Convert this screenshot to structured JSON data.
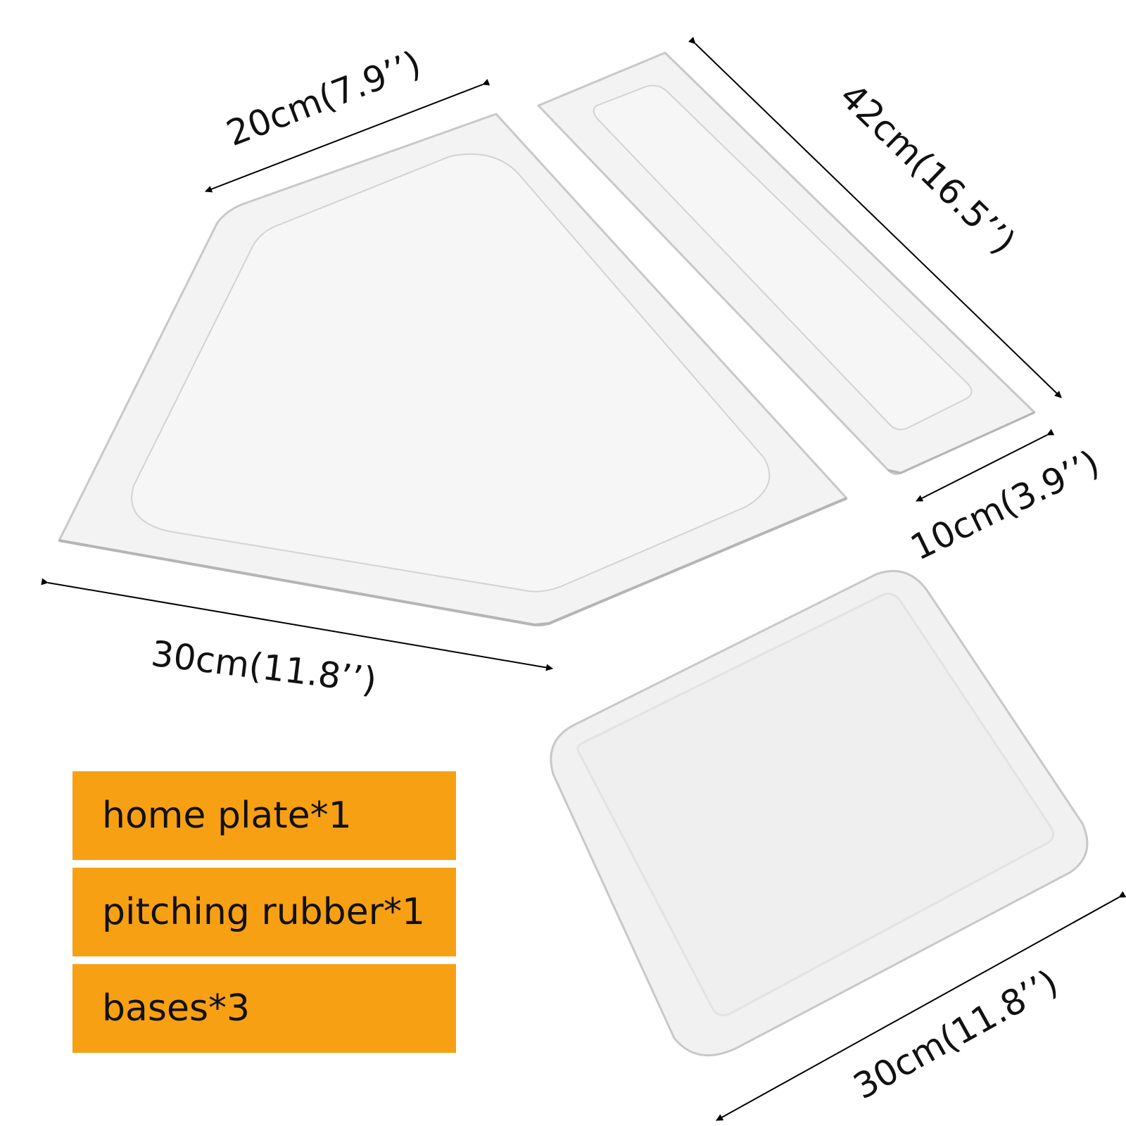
{
  "dimensions": {
    "home_plate_side": "20cm(7.9’’)",
    "home_plate_width": "30cm(11.8’’)",
    "rubber_length": "42cm(16.5’’)",
    "rubber_width": "10cm(3.9’’)",
    "base_side": "30cm(11.8’’)"
  },
  "labels": {
    "home_plate": "home plate*1",
    "pitching_rubber": "pitching rubber*1",
    "bases": "bases*3"
  },
  "colors": {
    "label_background": "#f7a013",
    "text": "#111111",
    "mat_fill": "#f3f3f3",
    "mat_edge": "#c8c8c8"
  }
}
